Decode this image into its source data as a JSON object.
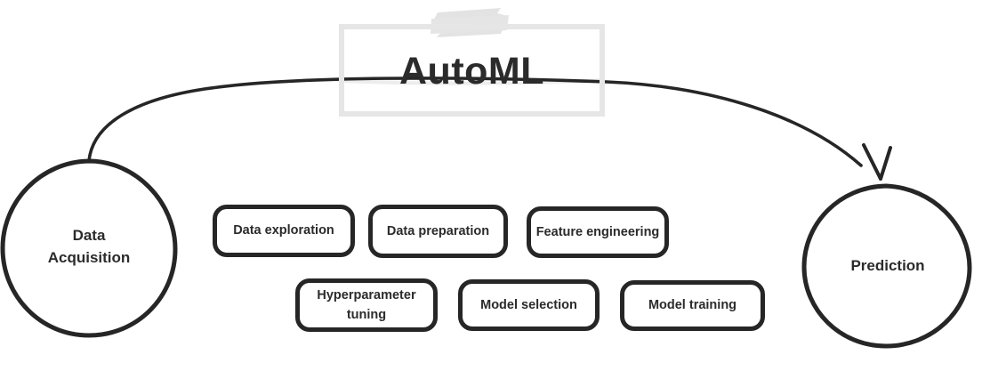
{
  "diagram": {
    "title": "AutoML",
    "background_color": "#ffffff",
    "ink_color": "#262626",
    "frame_color": "#e6e6e6",
    "tape_color": "#e3e3e3",
    "nodes": [
      {
        "id": "data-acquisition",
        "label": "Data\nAcquisition",
        "shape": "circle"
      },
      {
        "id": "prediction",
        "label": "Prediction",
        "shape": "circle"
      }
    ],
    "steps": [
      {
        "id": "data-exploration",
        "label": "Data exploration"
      },
      {
        "id": "data-preparation",
        "label": "Data preparation"
      },
      {
        "id": "feature-engineering",
        "label": "Feature engineering"
      },
      {
        "id": "hyperparameter-tuning",
        "label": "Hyperparameter\ntuning"
      },
      {
        "id": "model-selection",
        "label": "Model selection"
      },
      {
        "id": "model-training",
        "label": "Model training"
      }
    ],
    "connector": {
      "from": "data-acquisition",
      "to": "prediction",
      "style": "hand-drawn-curved-arrow",
      "arrowhead": "v-shape"
    }
  }
}
